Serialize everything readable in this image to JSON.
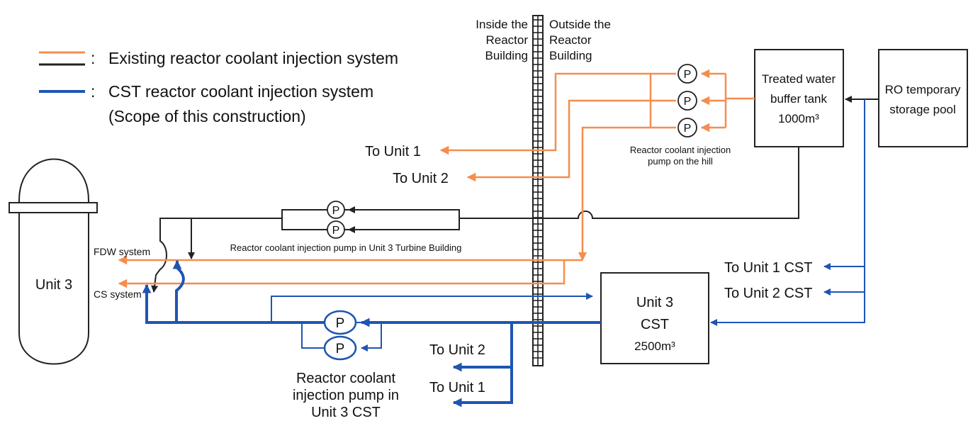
{
  "legend": {
    "existing_label": "Existing reactor coolant injection system",
    "cst_label_line1": "CST reactor coolant injection system",
    "cst_label_line2": "(Scope of this construction)",
    "separator": ":"
  },
  "wall": {
    "inside_line1": "Inside the",
    "inside_line2": "Reactor",
    "inside_line3": "Building",
    "outside_line1": "Outside the",
    "outside_line2": "Reactor",
    "outside_line3": "Building"
  },
  "tanks": {
    "buffer_line1": "Treated water",
    "buffer_line2": "buffer tank",
    "buffer_line3": "1000m³",
    "ro_line1": "RO temporary",
    "ro_line2": "storage pool",
    "cst_line1": "Unit 3",
    "cst_line2": "CST",
    "cst_line3": "2500m³"
  },
  "reactor": {
    "label": "Unit 3"
  },
  "systems": {
    "fdw": "FDW system",
    "cs": "CS system"
  },
  "destinations": {
    "to_unit1_top": "To Unit 1",
    "to_unit2_top": "To Unit 2",
    "to_unit1_cst": "To Unit 1 CST",
    "to_unit2_cst": "To Unit 2 CST",
    "to_unit2_bottom": "To Unit 2",
    "to_unit1_bottom": "To Unit 1"
  },
  "pumps": {
    "symbol": "P",
    "hill_line1": "Reactor coolant injection",
    "hill_line2": "pump on the hill",
    "turbine": "Reactor coolant injection pump in Unit 3 Turbine Building",
    "cst_line1": "Reactor coolant",
    "cst_line2": "injection pump in",
    "cst_line3": "Unit 3 CST"
  },
  "colors": {
    "existing_orange": "#f58d4e",
    "existing_black": "#222222",
    "cst_blue": "#1f55b3"
  }
}
